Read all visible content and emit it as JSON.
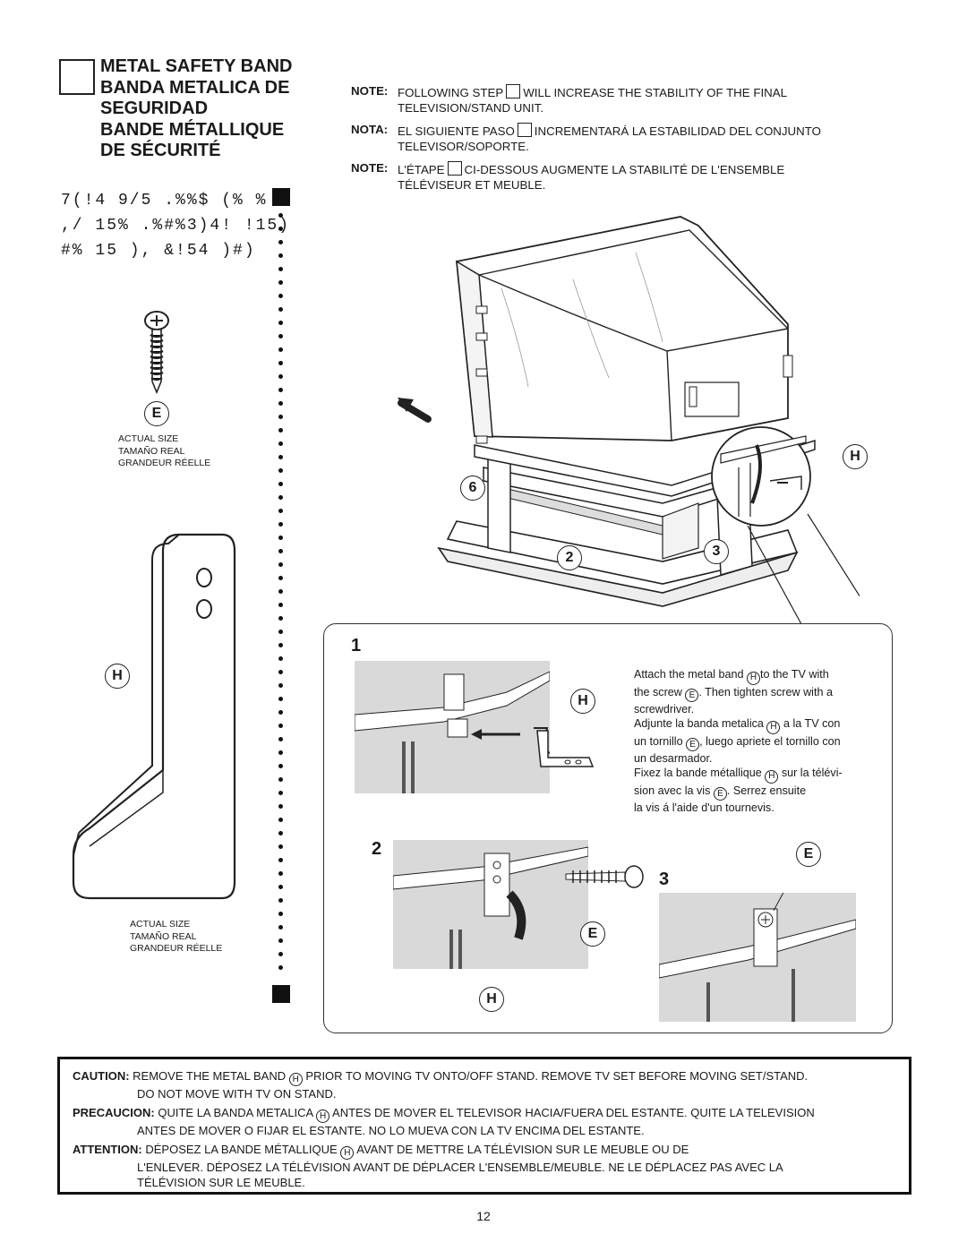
{
  "header": {
    "title_lines": [
      "METAL SAFETY BAND",
      "BANDA METALICA DE",
      "SEGURIDAD",
      "BANDE MÉTALLIQUE",
      "DE SÉCURITÉ"
    ],
    "garbled_lines": [
      "7(!4 9/5 .%%$ (%  %",
      ",/ 15% .%#%3)4! !15)",
      "#% 15 ), &!54 )#)"
    ]
  },
  "parts": {
    "screw_label": "E",
    "screw_caption": [
      "ACTUAL SIZE",
      "TAMAÑO REAL",
      "GRANDEUR RÉELLE"
    ],
    "band_label": "H",
    "band_caption": [
      "ACTUAL SIZE",
      "TAMAÑO REAL",
      "GRANDEUR RÉELLE"
    ]
  },
  "notes": [
    {
      "label": "NOTE:",
      "pre": "FOLLOWING STEP",
      "post": "WILL INCREASE THE STABILITY OF THE FINAL",
      "line2": "TELEVISION/STAND UNIT."
    },
    {
      "label": "NOTA:",
      "pre": "EL SIGUIENTE PASO",
      "post": "INCREMENTARÁ LA ESTABILIDAD DEL CONJUNTO",
      "line2": "TELEVISOR/SOPORTE."
    },
    {
      "label": "NOTE:",
      "pre": "L'ÉTAPE",
      "post": "CI-DESSOUS AUGMENTE LA STABILITÉ DE L'ENSEMBLE",
      "line2": "TÉLÉVISEUR ET MEUBLE."
    }
  ],
  "figure": {
    "callouts": {
      "six": "6",
      "two": "2",
      "three": "3",
      "h": "H"
    }
  },
  "detail": {
    "step1": "1",
    "step2": "2",
    "step3": "3",
    "label_h": "H",
    "label_e": "E",
    "instr_en": {
      "a": "Attach the metal band",
      "b": "to the TV with",
      "c": "the screw",
      "d": ".  Then tighten screw with a",
      "e": "screwdriver."
    },
    "instr_es": {
      "a": "Adjunte la banda metalica",
      "b": "a la TV con",
      "c": "un tornillo",
      "d": ", luego apriete el tornillo con",
      "e": "un desarmador."
    },
    "instr_fr": {
      "a": "Fixez la bande métallique",
      "b": "sur la télévi-",
      "c": "sion avec la vis",
      "d": ".  Serrez ensuite",
      "e": "la vis á l'aide d'un tournevis."
    }
  },
  "caution": [
    {
      "label": "CAUTION:",
      "pre": "REMOVE THE METAL BAND",
      "post": "PRIOR TO MOVING TV ONTO/OFF STAND.  REMOVE TV SET BEFORE MOVING SET/STAND.",
      "line2": "DO NOT MOVE WITH TV ON STAND."
    },
    {
      "label": "PRECAUCION:",
      "pre": "QUITE LA BANDA METALICA",
      "post": "ANTES DE MOVER EL TELEVISOR HACIA/FUERA DEL ESTANTE.  QUITE LA TELEVISION",
      "line2": "ANTES DE MOVER O FIJAR EL ESTANTE.  NO LO MUEVA CON LA TV ENCIMA DEL ESTANTE."
    },
    {
      "label": "ATTENTION:",
      "pre": "DÉPOSEZ LA BANDE MÉTALLIQUE",
      "post": "AVANT DE METTRE LA TÉLÉVISION SUR LE MEUBLE OU DE",
      "line2": "L'ENLEVER.  DÉPOSEZ  LA TÉLÉVISION AVANT DE DÉPLACER L'ENSEMBLE/MEUBLE.  NE LE DÉPLACEZ PAS AVEC LA",
      "line3": "TÉLÉVISION SUR LE MEUBLE."
    }
  ],
  "page_number": "12"
}
